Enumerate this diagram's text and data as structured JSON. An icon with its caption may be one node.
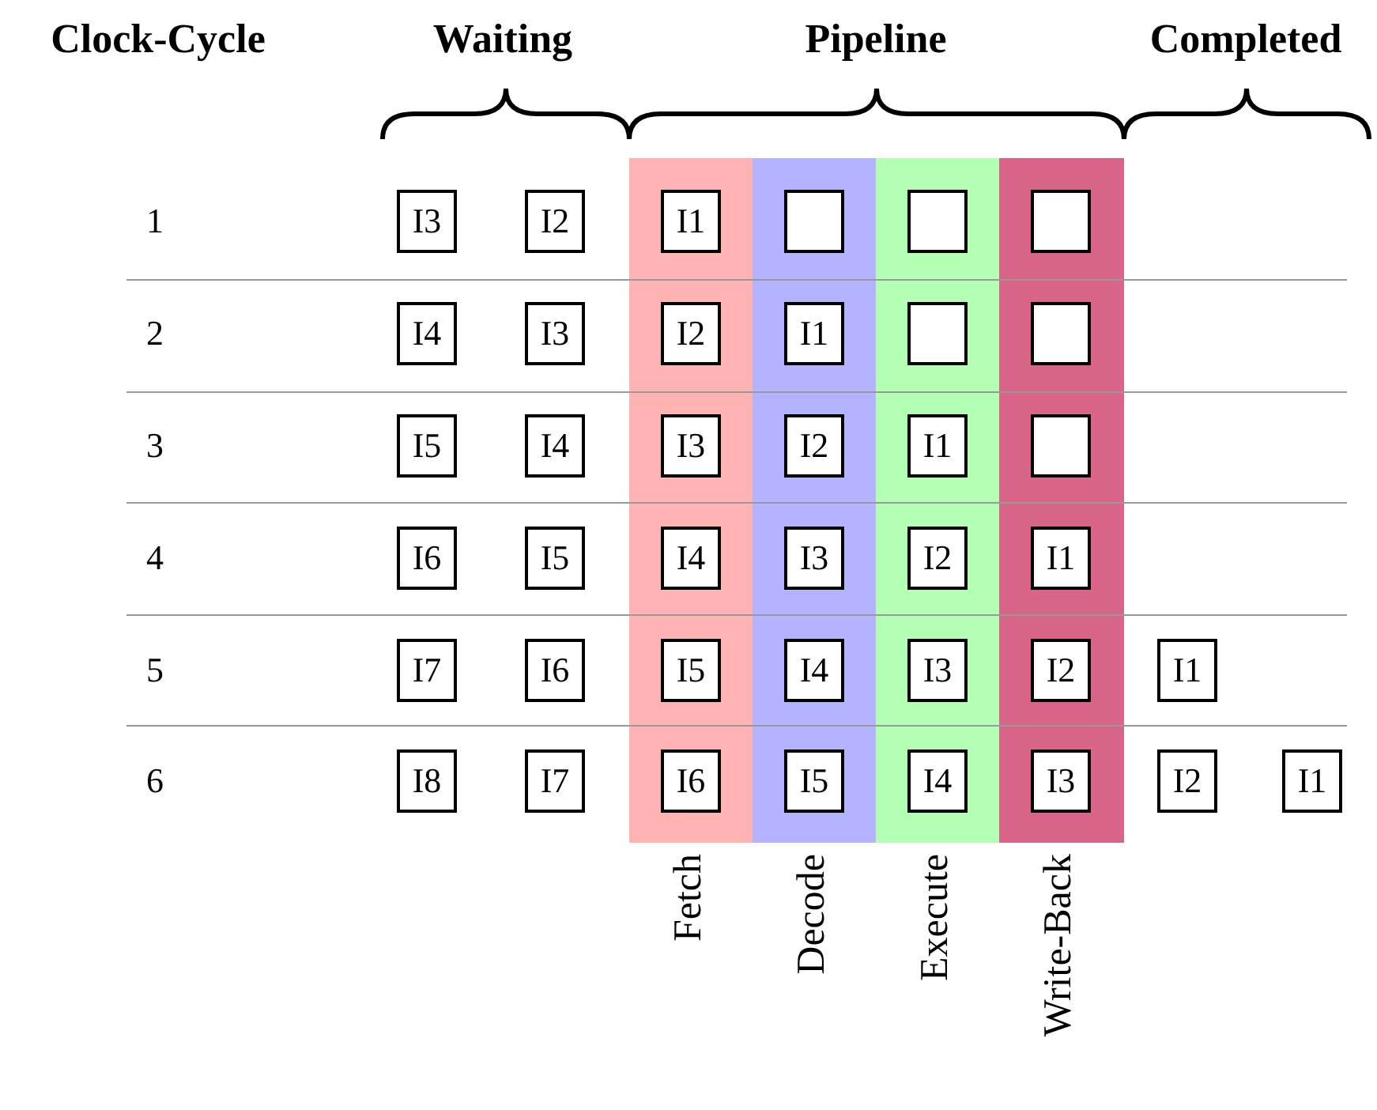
{
  "diagram": {
    "nodes": [
      {
        "text": [
          "I3"
        ]
      },
      {
        "text": [
          "I2"
        ]
      },
      {
        "text": [
          "I1"
        ]
      },
      {
        "text": [],
        "shape": "box"
      },
      {
        "text": [],
        "shape": "box"
      },
      {
        "text": [],
        "shape": "box"
      },
      {
        "text": [
          "I4"
        ]
      },
      {
        "text": [
          "I3"
        ]
      },
      {
        "text": [
          "I2"
        ]
      },
      {
        "text": [
          "I1"
        ]
      },
      {
        "text": [],
        "shape": "box"
      },
      {
        "text": [],
        "shape": "box"
      },
      {
        "text": [
          "I5"
        ]
      },
      {
        "text": [
          "I4"
        ]
      },
      {
        "text": [
          "I3"
        ]
      },
      {
        "text": [
          "I2"
        ]
      },
      {
        "text": [
          "I1"
        ]
      },
      {
        "text": [],
        "shape": "box"
      },
      {
        "text": [
          "I6"
        ]
      },
      {
        "text": [
          "I5"
        ]
      },
      {
        "text": [
          "I4"
        ]
      },
      {
        "text": [
          "I3"
        ]
      },
      {
        "text": [
          "I2"
        ]
      },
      {
        "text": [
          "I1"
        ]
      },
      {
        "text": [
          "I7"
        ]
      },
      {
        "text": [
          "I6"
        ]
      },
      {
        "text": [
          "I5"
        ]
      },
      {
        "text": [
          "I4"
        ]
      },
      {
        "text": [
          "I3"
        ]
      },
      {
        "text": [
          "I2"
        ]
      },
      {
        "text": [
          "I1"
        ]
      },
      {
        "text": [
          "I8"
        ]
      },
      {
        "text": [
          "I7"
        ]
      },
      {
        "text": [
          "I6"
        ]
      },
      {
        "text": [
          "I5"
        ]
      },
      {
        "text": [
          "I4"
        ]
      },
      {
        "text": [
          "I3"
        ]
      },
      {
        "text": [
          "I2"
        ]
      },
      {
        "text": [
          "I1"
        ]
      }
    ],
    "edges": [],
    "labels": [
      "Clock-Cycle",
      "Waiting",
      "Pipeline",
      "Completed",
      "1",
      "2",
      "3",
      "4",
      "5",
      "6",
      "Fetch",
      "Decode",
      "Execute",
      "Write-Back"
    ]
  }
}
